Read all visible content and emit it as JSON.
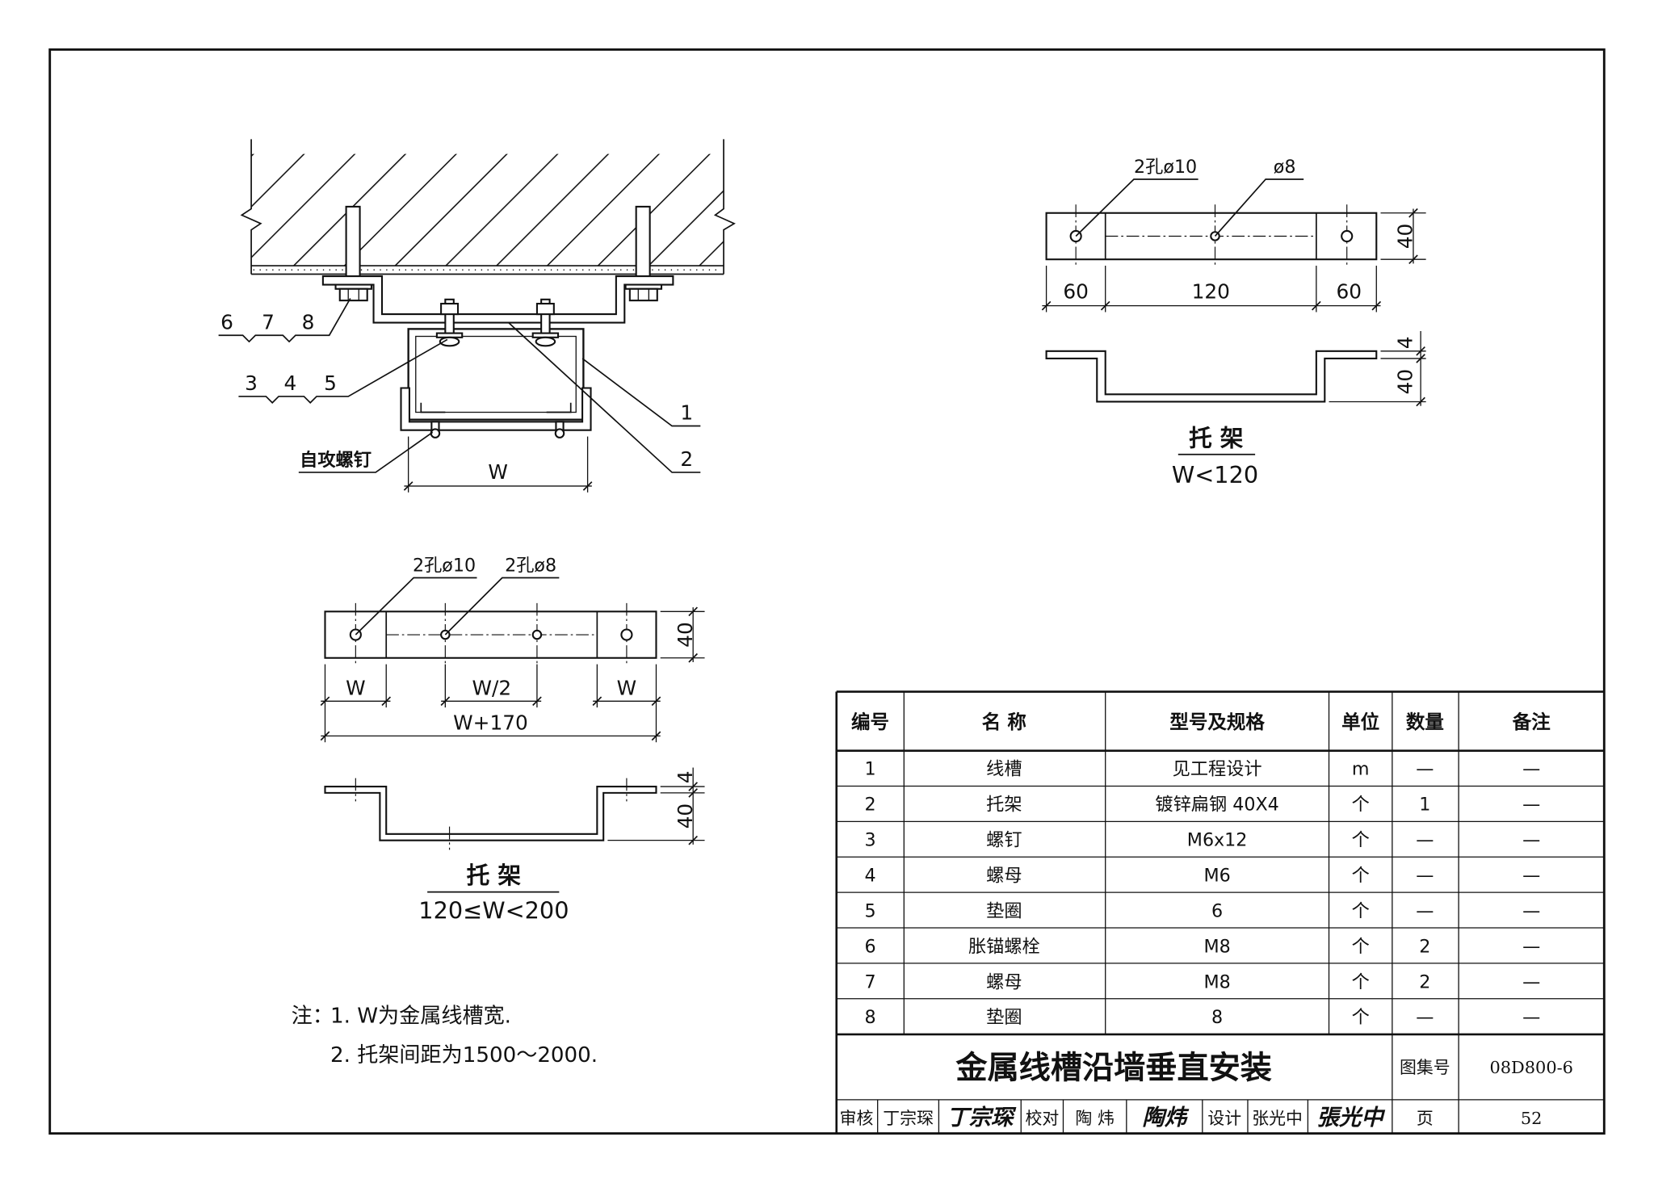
{
  "sheet": {
    "title": "金属线槽沿墙垂直安装",
    "atlas_label": "图集号",
    "atlas_no": "08D800-6",
    "page_label": "页",
    "page_no": "52"
  },
  "section": {
    "callout_a": [
      "6",
      "7",
      "8"
    ],
    "callout_b": [
      "3",
      "4",
      "5"
    ],
    "screw_label": "自攻螺钉",
    "width": "W",
    "tag_1": "1",
    "tag_2": "2"
  },
  "bracket_wide": {
    "hole_large": "2孔ø10",
    "hole_small": "2孔ø8",
    "height": "40",
    "dims": [
      "W",
      "W/2",
      "W"
    ],
    "overall": "W+170",
    "thickness": "4",
    "depth": "40",
    "title": "托 架",
    "range": "120≤W<200"
  },
  "bracket_narrow": {
    "hole_large": "2孔ø10",
    "hole_small": "ø8",
    "height": "40",
    "dims": [
      "60",
      "120",
      "60"
    ],
    "thickness": "4",
    "depth": "40",
    "title": "托 架",
    "range": "W<120"
  },
  "notes": {
    "label": "注：",
    "items": [
      "1. W为金属线槽宽.",
      "2. 托架间距为1500～2000."
    ]
  },
  "table": {
    "headers": [
      "编号",
      "名 称",
      "型号及规格",
      "单位",
      "数量",
      "备注"
    ],
    "rows": [
      [
        "1",
        "线槽",
        "见工程设计",
        "m",
        "—",
        "—"
      ],
      [
        "2",
        "托架",
        "镀锌扁钢 40X4",
        "个",
        "1",
        "—"
      ],
      [
        "3",
        "螺钉",
        "M6x12",
        "个",
        "—",
        "—"
      ],
      [
        "4",
        "螺母",
        "M6",
        "个",
        "—",
        "—"
      ],
      [
        "5",
        "垫圈",
        "6",
        "个",
        "—",
        "—"
      ],
      [
        "6",
        "胀锚螺栓",
        "M8",
        "个",
        "2",
        "—"
      ],
      [
        "7",
        "螺母",
        "M8",
        "个",
        "2",
        "—"
      ],
      [
        "8",
        "垫圈",
        "8",
        "个",
        "—",
        "—"
      ]
    ]
  },
  "signoff": {
    "review_label": "审核",
    "review_name": "丁宗琛",
    "review_sig": "丁宗琛",
    "check_label": "校对",
    "check_name": "陶 炜",
    "check_sig": "陶炜",
    "design_label": "设计",
    "design_name": "张光中",
    "design_sig": "張光中"
  },
  "colors": {
    "ink": "#111111",
    "paper": "#ffffff"
  }
}
